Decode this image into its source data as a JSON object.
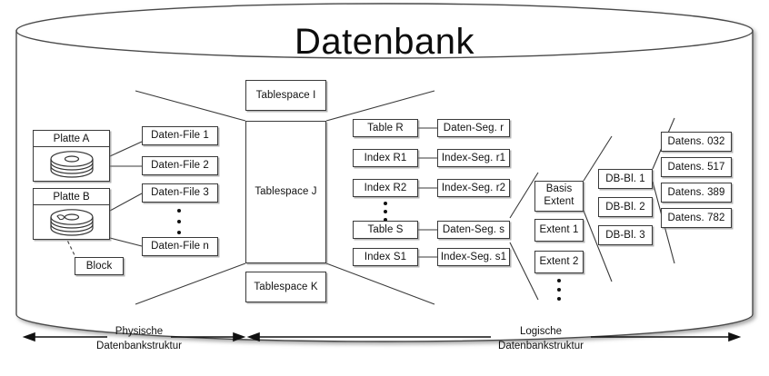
{
  "diagram": {
    "title": "Datenbank",
    "cylinder_label": "database-cylinder"
  },
  "disks": [
    {
      "label": "Platte A",
      "icon": "disk-platter-icon"
    },
    {
      "label": "Platte B",
      "icon": "disk-platter-icon"
    }
  ],
  "block": {
    "label": "Block"
  },
  "datafiles": [
    {
      "label": "Daten-File 1"
    },
    {
      "label": "Daten-File 2"
    },
    {
      "label": "Daten-File 3"
    },
    {
      "label": "Daten-File n"
    }
  ],
  "tablespaces": [
    {
      "label": "Tablespace I"
    },
    {
      "label": "Tablespace J"
    },
    {
      "label": "Tablespace K"
    }
  ],
  "objects": [
    {
      "label": "Table R"
    },
    {
      "label": "Index R1"
    },
    {
      "label": "Index R2"
    },
    {
      "label": "Table S"
    },
    {
      "label": "Index S1"
    }
  ],
  "segments": [
    {
      "label": "Daten-Seg. r"
    },
    {
      "label": "Index-Seg. r1"
    },
    {
      "label": "Index-Seg. r2"
    },
    {
      "label": "Daten-Seg. s"
    },
    {
      "label": "Index-Seg. s1"
    }
  ],
  "extents": [
    {
      "line1": "Basis",
      "line2": "Extent"
    },
    {
      "label": "Extent 1"
    },
    {
      "label": "Extent 2"
    }
  ],
  "dbblocks": [
    {
      "label": "DB-Bl. 1"
    },
    {
      "label": "DB-Bl. 2"
    },
    {
      "label": "DB-Bl. 3"
    }
  ],
  "datasets": [
    {
      "label": "Datens. 032"
    },
    {
      "label": "Datens. 517"
    },
    {
      "label": "Datens. 389"
    },
    {
      "label": "Datens. 782"
    }
  ],
  "captions": {
    "physical": {
      "line1": "Physische",
      "line2": "Datenbankstruktur"
    },
    "logical": {
      "line1": "Logische",
      "line2": "Datenbankstruktur"
    }
  },
  "colors": {
    "stroke": "#3a3a3a",
    "text": "#111111",
    "background": "#ffffff",
    "shadow": "#787878"
  }
}
